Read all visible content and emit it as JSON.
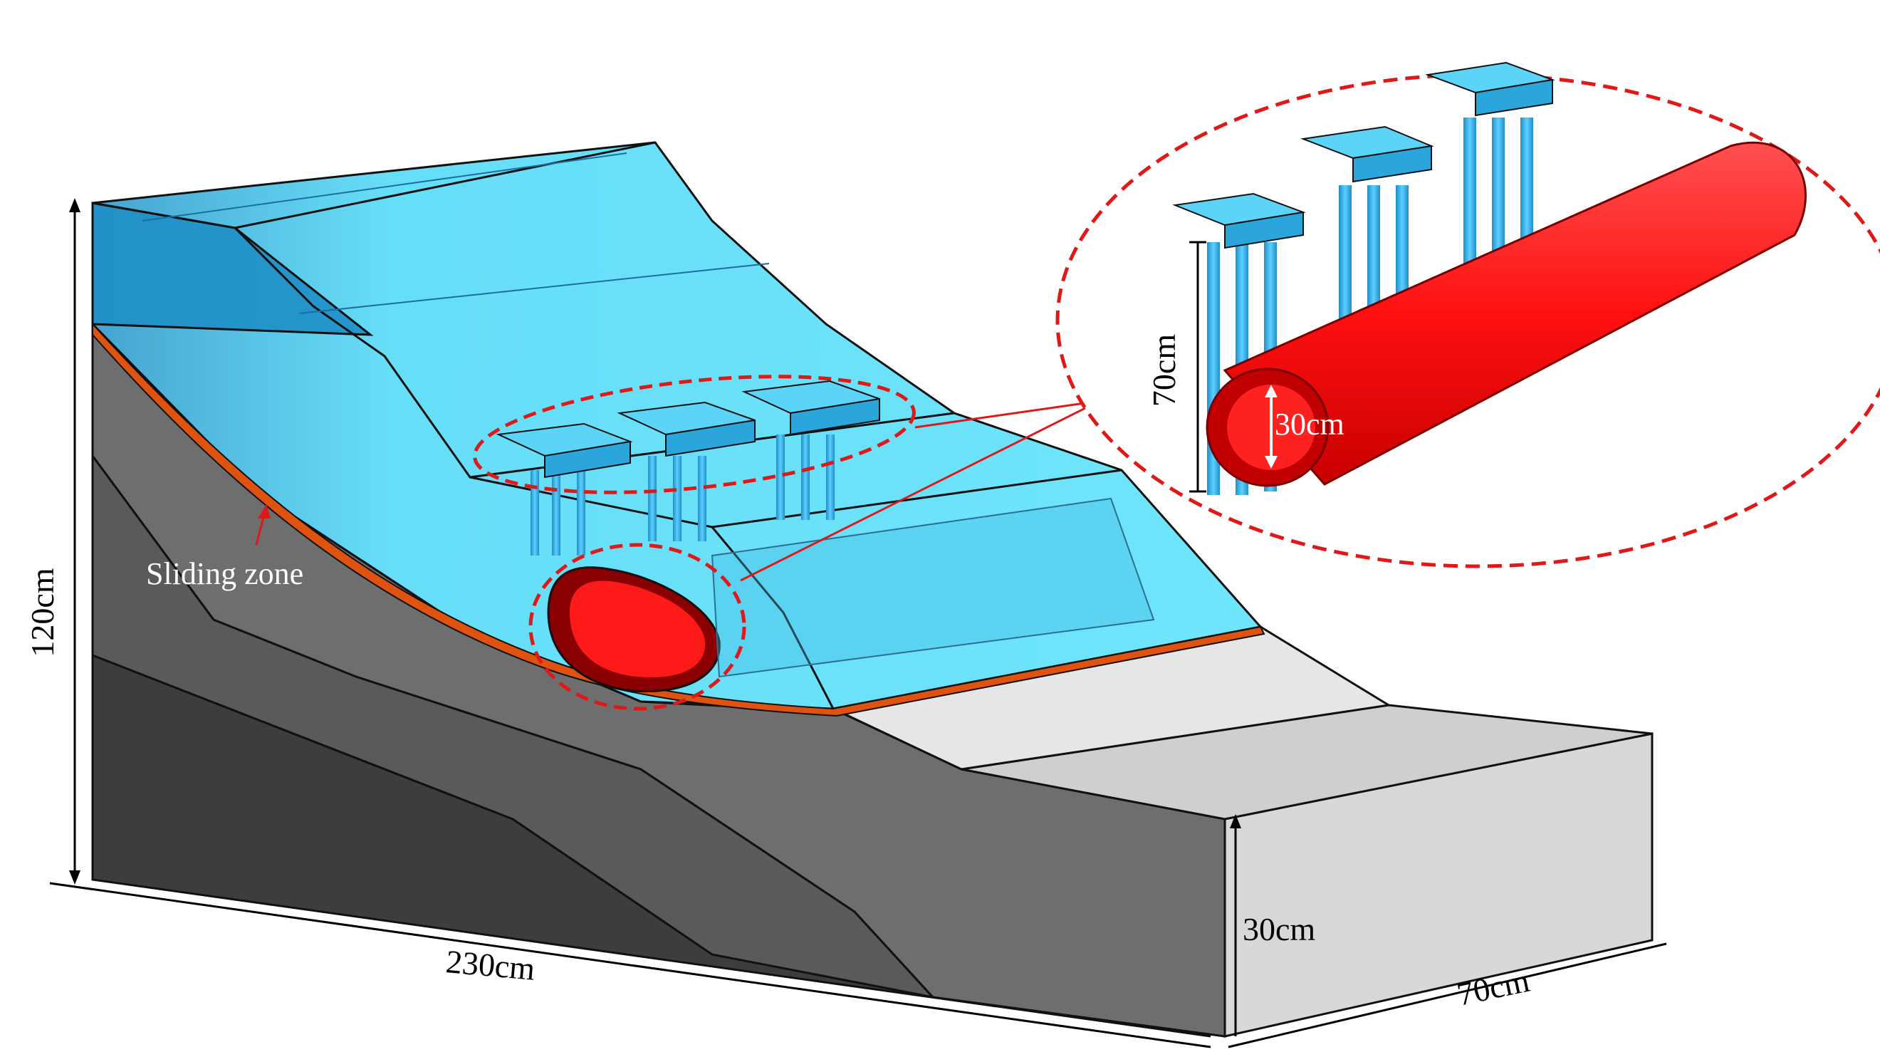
{
  "labels": {
    "height_total": "120cm",
    "length": "230cm",
    "depth_bottom": "30cm",
    "width": "70cm",
    "sliding_zone": "Sliding zone",
    "pile_length": "70cm",
    "tunnel_height": "30cm"
  },
  "colors": {
    "soil_transparent": "#3fd4f5",
    "soil_dark": "#1f9fd0",
    "bedrock_dark": "#3d3d3d",
    "bedrock_mid": "#6b6b6b",
    "surface_light": "#e0e0e0",
    "sliding_zone": "#e0520f",
    "tunnel": "#ff0d0d",
    "pile": "#2aa6dc",
    "callout": "#e01818"
  }
}
